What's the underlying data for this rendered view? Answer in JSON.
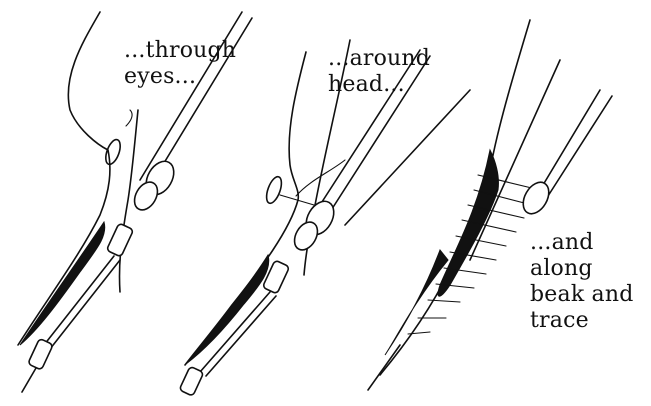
{
  "steps": [
    {
      "caption": "...through\neyes..."
    },
    {
      "caption": "...around\nhead..."
    },
    {
      "caption": "...and\nalong\nbeak and\ntrace"
    }
  ]
}
